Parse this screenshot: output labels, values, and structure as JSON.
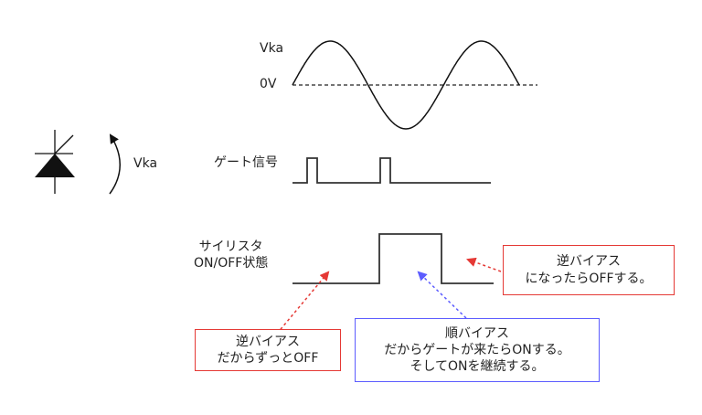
{
  "waveform": {
    "vka_label": "Vka",
    "zero_label": "0V"
  },
  "symbol": {
    "vka_label": "Vka"
  },
  "gate": {
    "label": "ゲート信号"
  },
  "state": {
    "label_line1": "サイリスタ",
    "label_line2": "ON/OFF状態"
  },
  "notes": {
    "reverse_off": {
      "line1": "逆バイアス",
      "line2": "になったらOFFする。",
      "color": "#e53935"
    },
    "reverse_always": {
      "line1": "逆バイアス",
      "line2": "だからずっとOFF",
      "color": "#e53935"
    },
    "forward_on": {
      "line1": "順バイアス",
      "line2": "だからゲートが来たらONする。",
      "line3": "そしてONを継続する。",
      "color": "#5c5cff"
    }
  }
}
